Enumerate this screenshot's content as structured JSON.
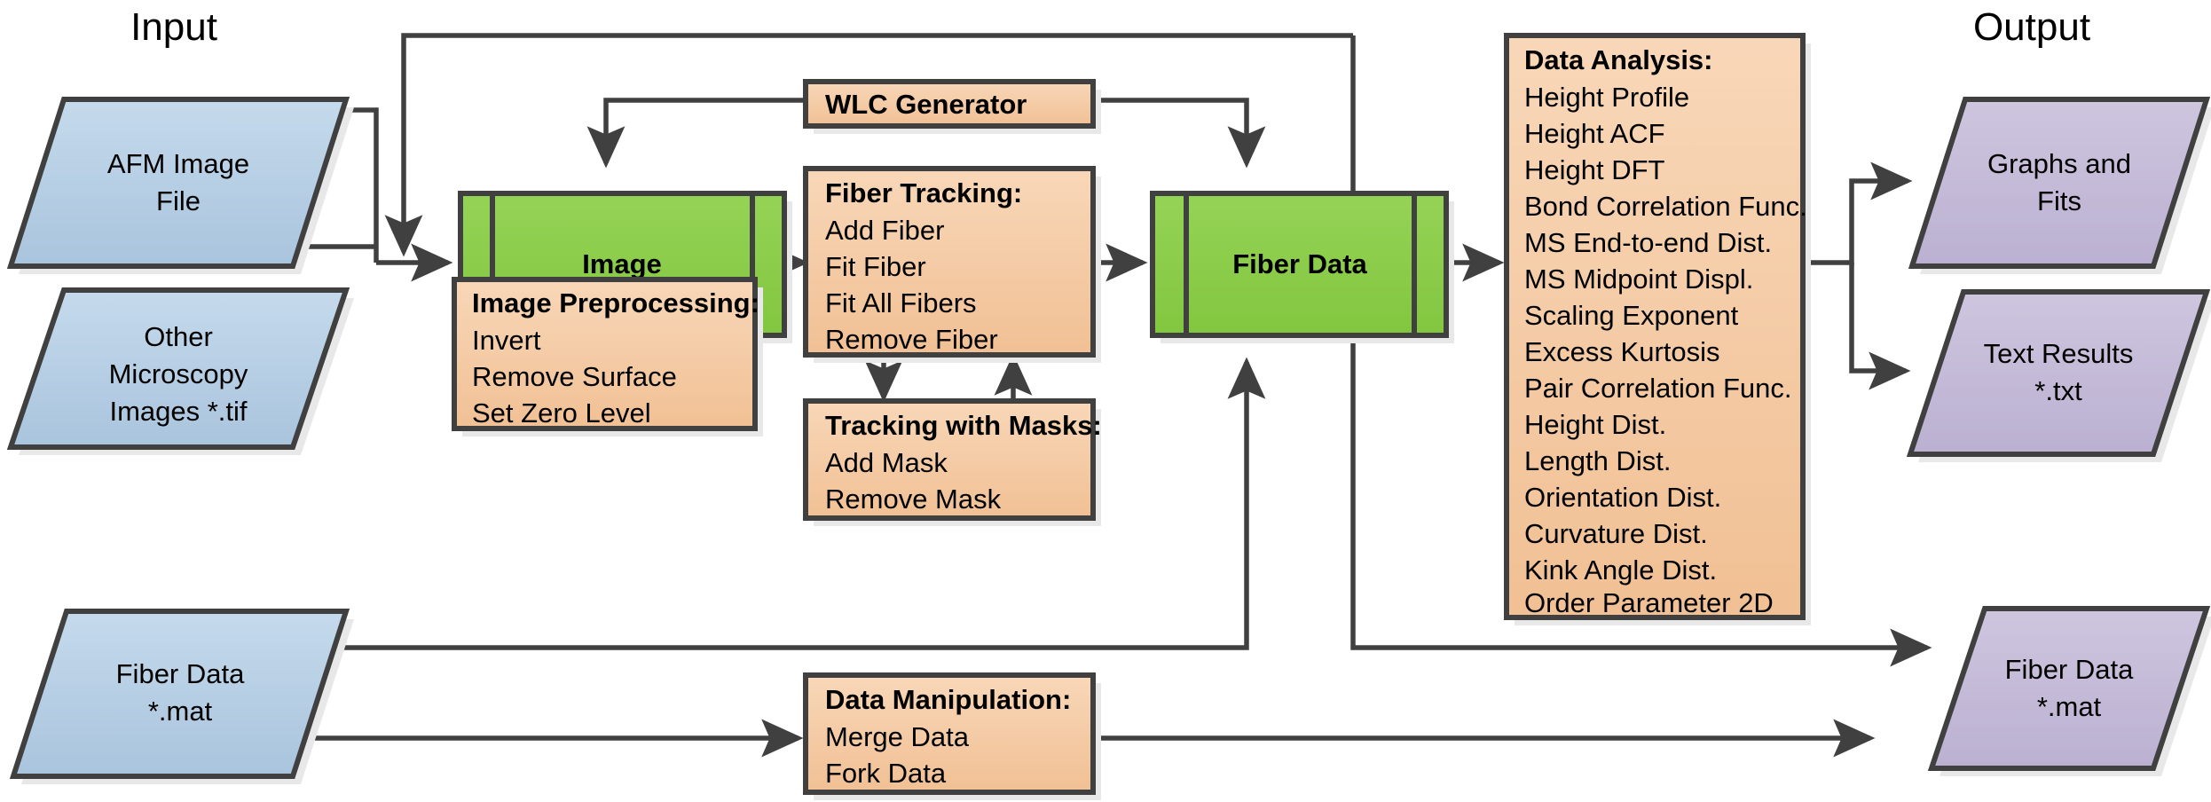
{
  "headers": {
    "input": "Input",
    "output": "Output"
  },
  "colors": {
    "input_fill": "#B5CDE3",
    "output_fill": "#C5BBD9",
    "process_fill": "#F5CBA4",
    "data_fill": "#8CCE4C",
    "stroke": "#404040",
    "shadow": "#E8E8E8"
  },
  "nodes": {
    "afm_image_file": {
      "lines": [
        "AFM Image",
        "File"
      ]
    },
    "other_microscopy": {
      "lines": [
        "Other",
        "Microscopy",
        "Images *.tif"
      ]
    },
    "fiber_data_in": {
      "lines": [
        "Fiber Data",
        "*.mat"
      ]
    },
    "image": {
      "label": "Image"
    },
    "fiber_data": {
      "label": "Fiber Data"
    },
    "wlc_generator": {
      "label": "WLC Generator"
    },
    "fiber_tracking": {
      "title": "Fiber Tracking:",
      "items": [
        "Add Fiber",
        "Fit Fiber",
        "Fit All Fibers",
        "Remove Fiber"
      ]
    },
    "image_preprocessing": {
      "title": "Image Preprocessing:",
      "items": [
        "Invert",
        "Remove Surface",
        "Set Zero Level"
      ]
    },
    "tracking_with_masks": {
      "title": "Tracking with Masks:",
      "items": [
        "Add Mask",
        "Remove Mask"
      ]
    },
    "data_manipulation": {
      "title": "Data Manipulation:",
      "items": [
        "Merge Data",
        "Fork Data"
      ]
    },
    "data_analysis": {
      "title": "Data Analysis:",
      "items": [
        "Height Profile",
        "Height ACF",
        "Height DFT",
        "Bond Correlation Func.",
        "MS End-to-end Dist.",
        "MS Midpoint Displ.",
        "Scaling Exponent",
        "Excess Kurtosis",
        "Pair Correlation Func.",
        "Height Dist.",
        "Length Dist.",
        "Orientation Dist.",
        "Curvature Dist.",
        "Kink Angle Dist.",
        "Order Parameter 2D"
      ]
    },
    "graphs_and_fits": {
      "lines": [
        "Graphs and",
        "Fits"
      ]
    },
    "text_results": {
      "lines": [
        "Text Results",
        "*.txt"
      ]
    },
    "fiber_data_out": {
      "lines": [
        "Fiber Data",
        "*.mat"
      ]
    }
  }
}
